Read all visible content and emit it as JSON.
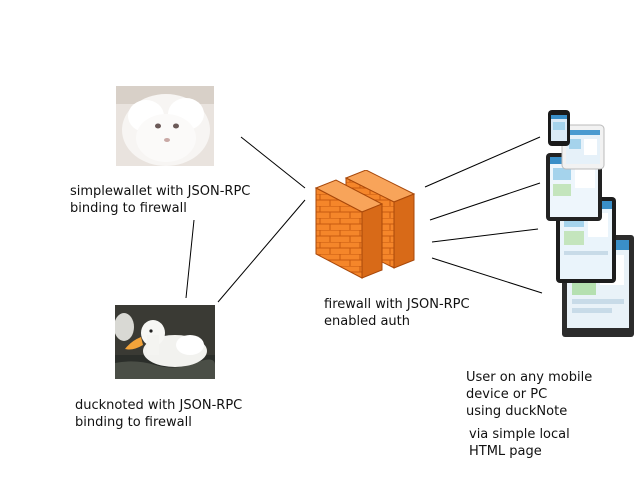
{
  "nodes": {
    "simplewallet": {
      "label_line1": "simplewallet with JSON-RPC",
      "label_line2": "binding to firewall",
      "image": "angora-rabbit-photo"
    },
    "ducknoted": {
      "label_line1": "ducknoted with JSON-RPC",
      "label_line2": "binding to firewall",
      "image": "white-duck-photo"
    },
    "firewall": {
      "label_line1": "firewall with JSON-RPC",
      "label_line2": "enabled auth",
      "icon": "brick-firewall-icon",
      "color": "#f5862a"
    },
    "user": {
      "label_line1": "User on any mobile",
      "label_line2": "device or PC",
      "label_line3": "using duckNote",
      "label_line4": "via simple local",
      "label_line5": "HTML page",
      "image": "multiple-devices-icon"
    }
  }
}
